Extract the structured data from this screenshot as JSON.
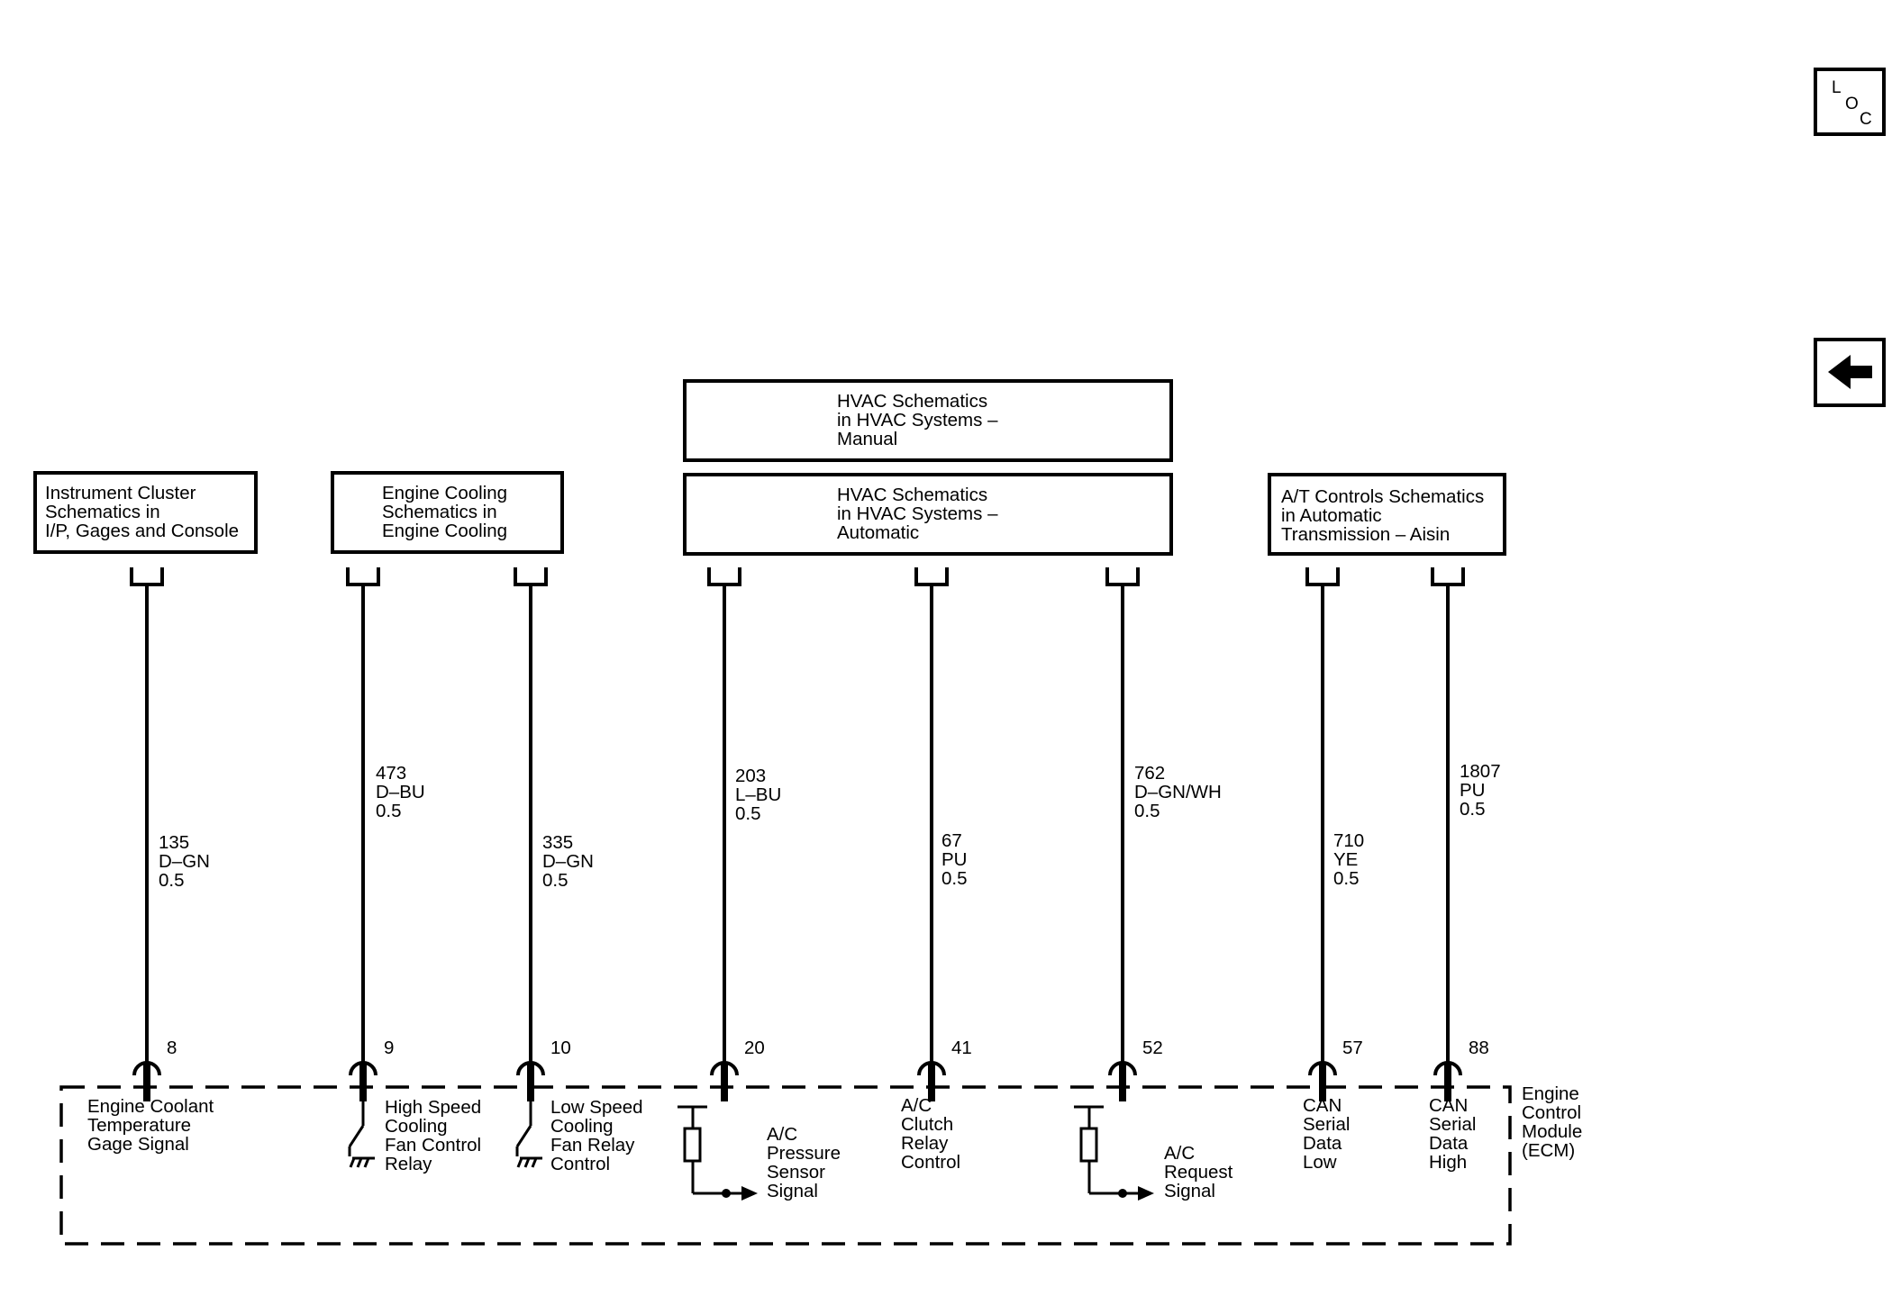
{
  "nav": {
    "loc_button": {
      "letters": [
        "L",
        "O",
        "C"
      ],
      "icon": "loc-icon"
    },
    "back_button": {
      "icon": "arrow-left-icon"
    }
  },
  "boxes": [
    {
      "id": "instrument-cluster",
      "lines": [
        "Instrument Cluster",
        "Schematics in",
        "I/P, Gages and Console"
      ]
    },
    {
      "id": "engine-cooling",
      "lines": [
        "Engine Cooling",
        "Schematics in",
        "Engine Cooling"
      ]
    },
    {
      "id": "hvac-manual",
      "lines": [
        "HVAC Schematics",
        "in HVAC Systems –",
        "Manual"
      ]
    },
    {
      "id": "hvac-automatic",
      "lines": [
        "HVAC Schematics",
        "in HVAC Systems –",
        "Automatic"
      ]
    },
    {
      "id": "at-controls",
      "lines": [
        "A/T Controls Schematics",
        "in Automatic",
        "Transmission – Aisin"
      ]
    }
  ],
  "circuits": [
    {
      "circuit": "135",
      "color": "D–GN",
      "gauge": "0.5",
      "pin": "8",
      "function": [
        "Engine Coolant",
        "Temperature",
        "Gage Signal"
      ]
    },
    {
      "circuit": "473",
      "color": "D–BU",
      "gauge": "0.5",
      "pin": "9",
      "function": [
        "High Speed",
        "Cooling",
        "Fan Control",
        "Relay"
      ]
    },
    {
      "circuit": "335",
      "color": "D–GN",
      "gauge": "0.5",
      "pin": "10",
      "function": [
        "Low Speed",
        "Cooling",
        "Fan Relay",
        "Control"
      ]
    },
    {
      "circuit": "203",
      "color": "L–BU",
      "gauge": "0.5",
      "pin": "20",
      "function": [
        "A/C",
        "Pressure",
        "Sensor",
        "Signal"
      ]
    },
    {
      "circuit": "67",
      "color": "PU",
      "gauge": "0.5",
      "pin": "41",
      "function": [
        "A/C",
        "Clutch",
        "Relay",
        "Control"
      ]
    },
    {
      "circuit": "762",
      "color": "D–GN/WH",
      "gauge": "0.5",
      "pin": "52",
      "function": [
        "A/C",
        "Request",
        "Signal"
      ]
    },
    {
      "circuit": "710",
      "color": "YE",
      "gauge": "0.5",
      "pin": "57",
      "function": [
        "CAN",
        "Serial",
        "Data",
        "Low"
      ]
    },
    {
      "circuit": "1807",
      "color": "PU",
      "gauge": "0.5",
      "pin": "88",
      "function": [
        "CAN",
        "Serial",
        "Data",
        "High"
      ]
    }
  ],
  "module": {
    "name": [
      "Engine",
      "Control",
      "Module",
      "(ECM)"
    ]
  }
}
